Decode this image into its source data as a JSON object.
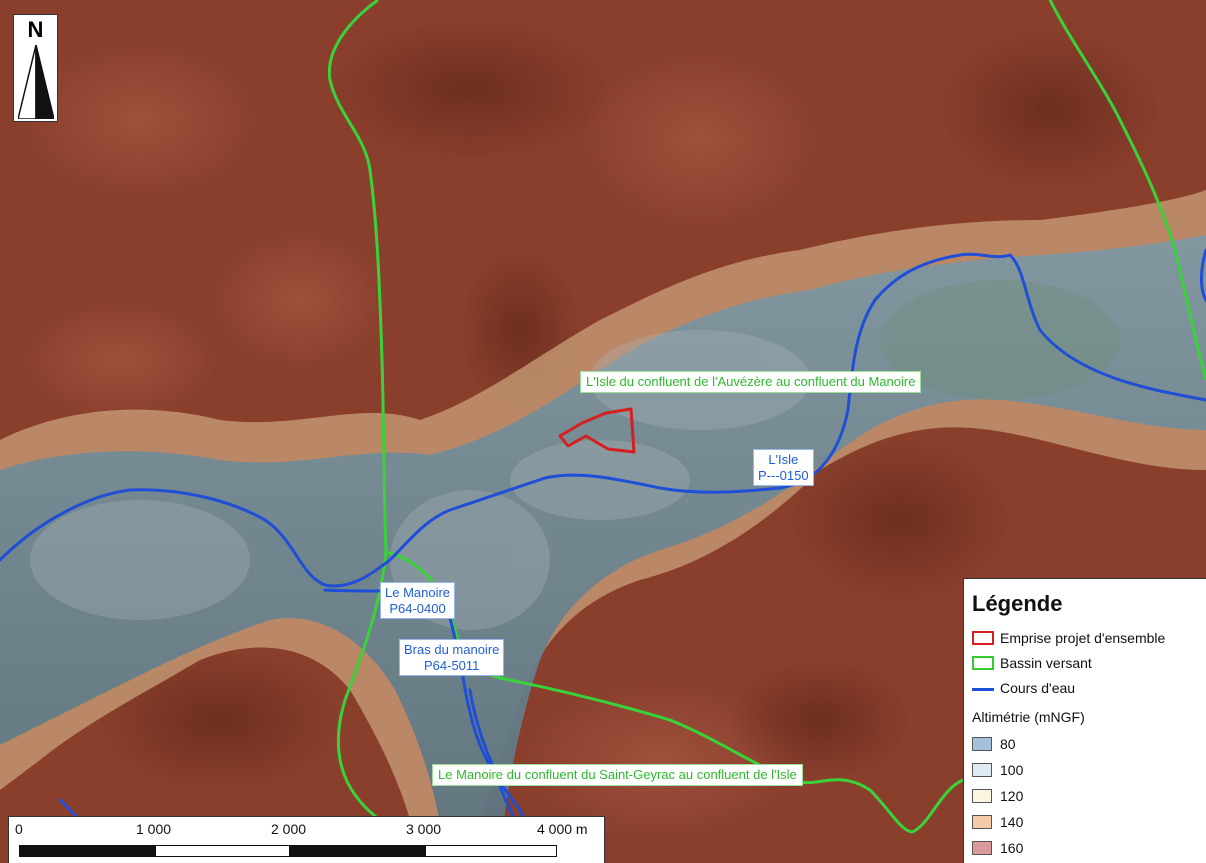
{
  "map": {
    "north_label": "N",
    "study_area_label": "L'Isle du confluent de l'Auvézère au confluent du Manoire",
    "basin_label_south": "Le Manoire du confluent du Saint-Geyrac au confluent de l'Isle",
    "river_labels": [
      {
        "name": "L'Isle",
        "code": "P---0150"
      },
      {
        "name": "Le Manoire",
        "code": "P64-0400"
      },
      {
        "name": "Bras du manoire",
        "code": "P64-5011"
      }
    ],
    "colors": {
      "high_terrain": "#8a3e2c",
      "valley": "#5f7c8c",
      "river": "#1f4fd6",
      "basin_boundary": "#39d339",
      "project_outline": "#d61f1f"
    }
  },
  "legend": {
    "title": "Légende",
    "items": [
      {
        "label": "Emprise projet d'ensemble",
        "symbol": "red-outline-box"
      },
      {
        "label": "Bassin versant",
        "symbol": "green-outline-box"
      },
      {
        "label": "Cours d'eau",
        "symbol": "blue-line"
      }
    ],
    "altimetry_title": "Altimétrie (mNGF)",
    "altimetry": [
      {
        "value": "80",
        "color": "#a6bfdc"
      },
      {
        "value": "100",
        "color": "#dde9f3"
      },
      {
        "value": "120",
        "color": "#fbf5e2"
      },
      {
        "value": "140",
        "color": "#f4cba9"
      },
      {
        "value": "160",
        "color": "#dd9a9a"
      }
    ]
  },
  "scale": {
    "ticks": [
      "0",
      "1 000",
      "2 000",
      "3 000",
      "4 000 m"
    ]
  }
}
